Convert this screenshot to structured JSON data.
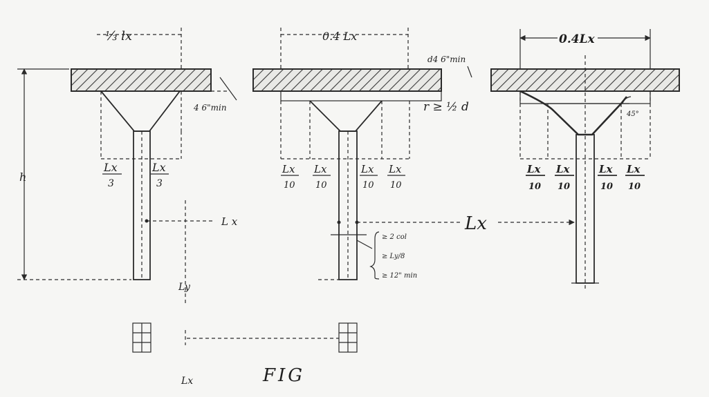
{
  "figure": {
    "caption": "FIG",
    "panel_left": {
      "top_dim": "⅓ lx",
      "drop_note": "4 6\"min",
      "col_labels": [
        {
          "num": "Lx",
          "den": "3"
        },
        {
          "num": "Lx",
          "den": "3"
        }
      ],
      "height_label": "h",
      "span_label": "L x",
      "ly_label": "Ly",
      "lx_label": "Lx"
    },
    "panel_middle": {
      "top_dim": "0.4 Lx",
      "depth_note": "d4 6\"min",
      "radius_note": "r ≥ ½ d",
      "col_labels": [
        {
          "num": "Lx",
          "den": "10"
        },
        {
          "num": "Lx",
          "den": "10"
        },
        {
          "num": "Lx",
          "den": "10"
        },
        {
          "num": "Lx",
          "den": "10"
        }
      ],
      "col_notes": [
        "≥ 2 col",
        "≥ Ly/8",
        "≥ 12\" min"
      ]
    },
    "panel_right": {
      "top_dim": "0.4Lx",
      "angle_note": "45°",
      "col_labels": [
        {
          "num": "Lx",
          "den": "10"
        },
        {
          "num": "Lx",
          "den": "10"
        },
        {
          "num": "Lx",
          "den": "10"
        },
        {
          "num": "Lx",
          "den": "10"
        }
      ],
      "span_label": "Lx"
    }
  }
}
